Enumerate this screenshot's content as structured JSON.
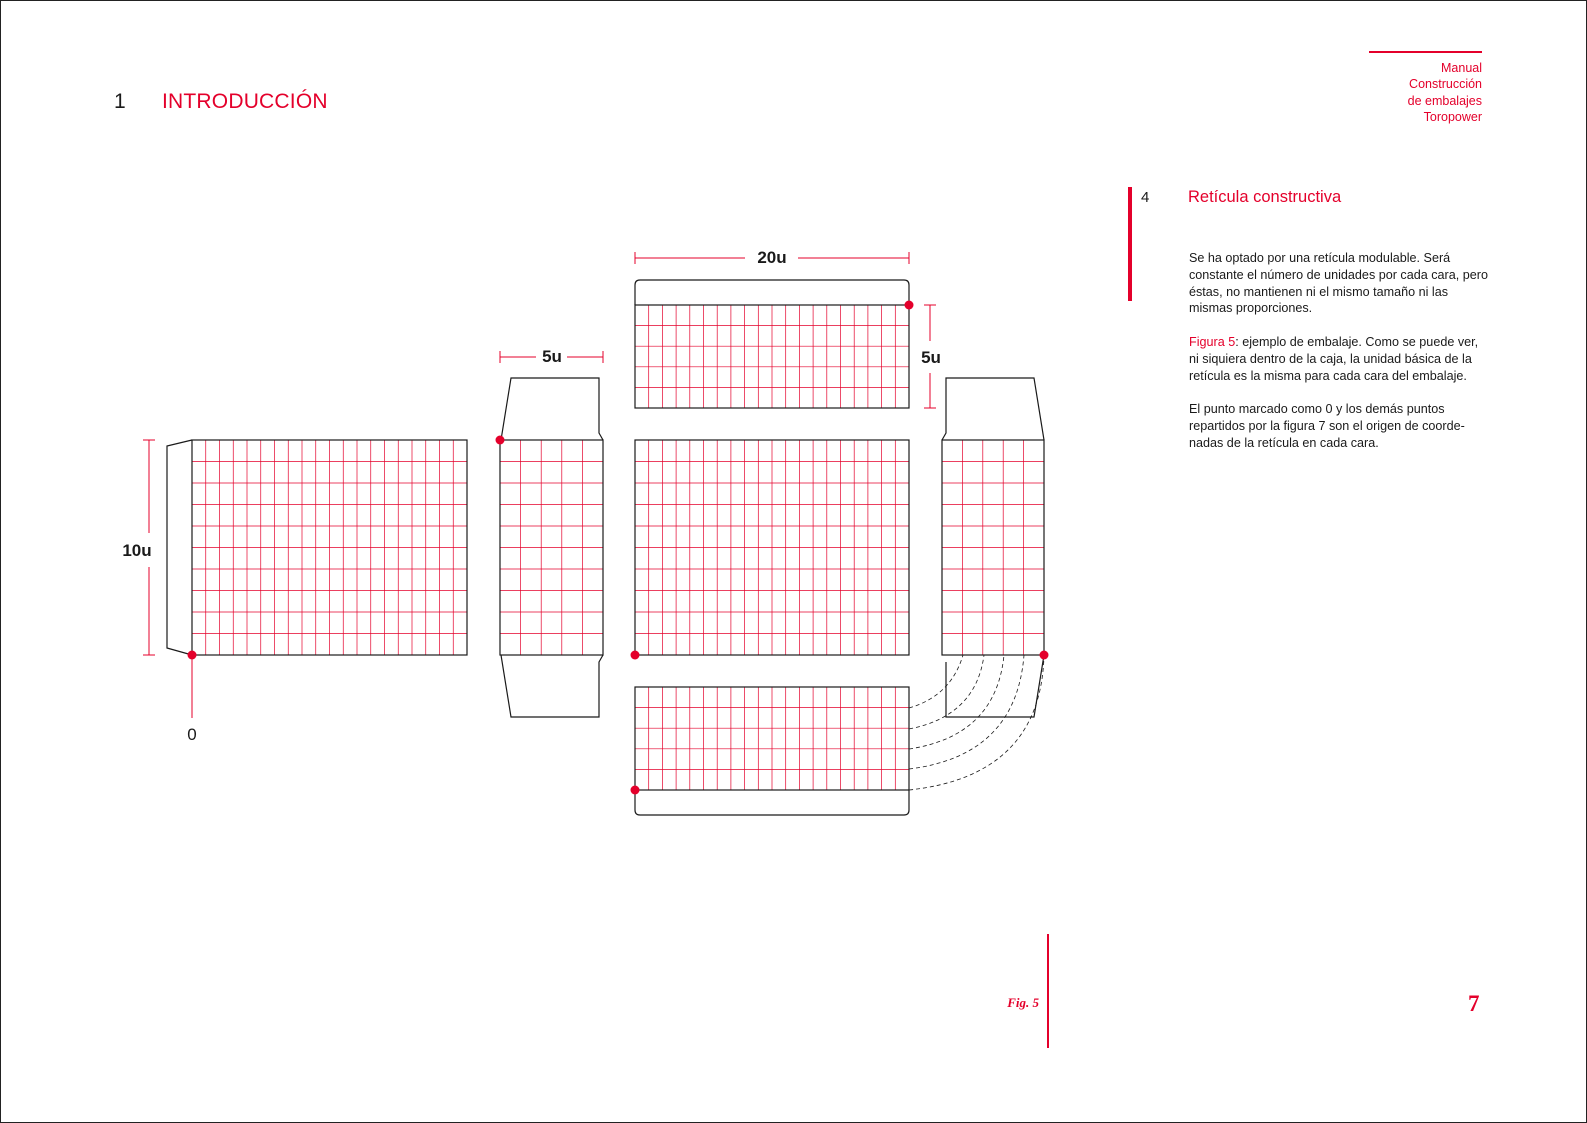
{
  "header": {
    "chapter_number": "1",
    "chapter_title": "INTRODUCCIÓN",
    "manual_title_lines": [
      "Manual",
      "Construcción",
      "de embalajes",
      "Toropower"
    ]
  },
  "section": {
    "number": "4",
    "title": "Retícula constructiva",
    "paragraph_1": "Se ha optado por una retícula modulable. Será constante el número de unidades por cada cara, pero éstas, no mantienen ni el mismo tamaño ni las mismas proporciones.",
    "paragraph_2_ref": "Figura 5",
    "paragraph_2_text": ": ejemplo de embalaje. Como se puede ver, ni siquiera dentro de la caja, la unidad básica de la retícula es la misma para cada cara del embalaje.",
    "paragraph_3": "El punto marcado como 0 y los demás puntos repartidos por la figura 7 son el origen de coorde-nadas de la retícula en cada cara."
  },
  "figure": {
    "dimension_top": "20u",
    "dimension_side_flap": "5u",
    "dimension_top_face": "5u",
    "dimension_height": "10u",
    "origin_label": "0",
    "caption": "Fig. 5"
  },
  "colors": {
    "accent": "#e4002b",
    "text": "#1a1a1a",
    "grid": "#e4002b"
  },
  "footer": {
    "page_number": "7"
  }
}
